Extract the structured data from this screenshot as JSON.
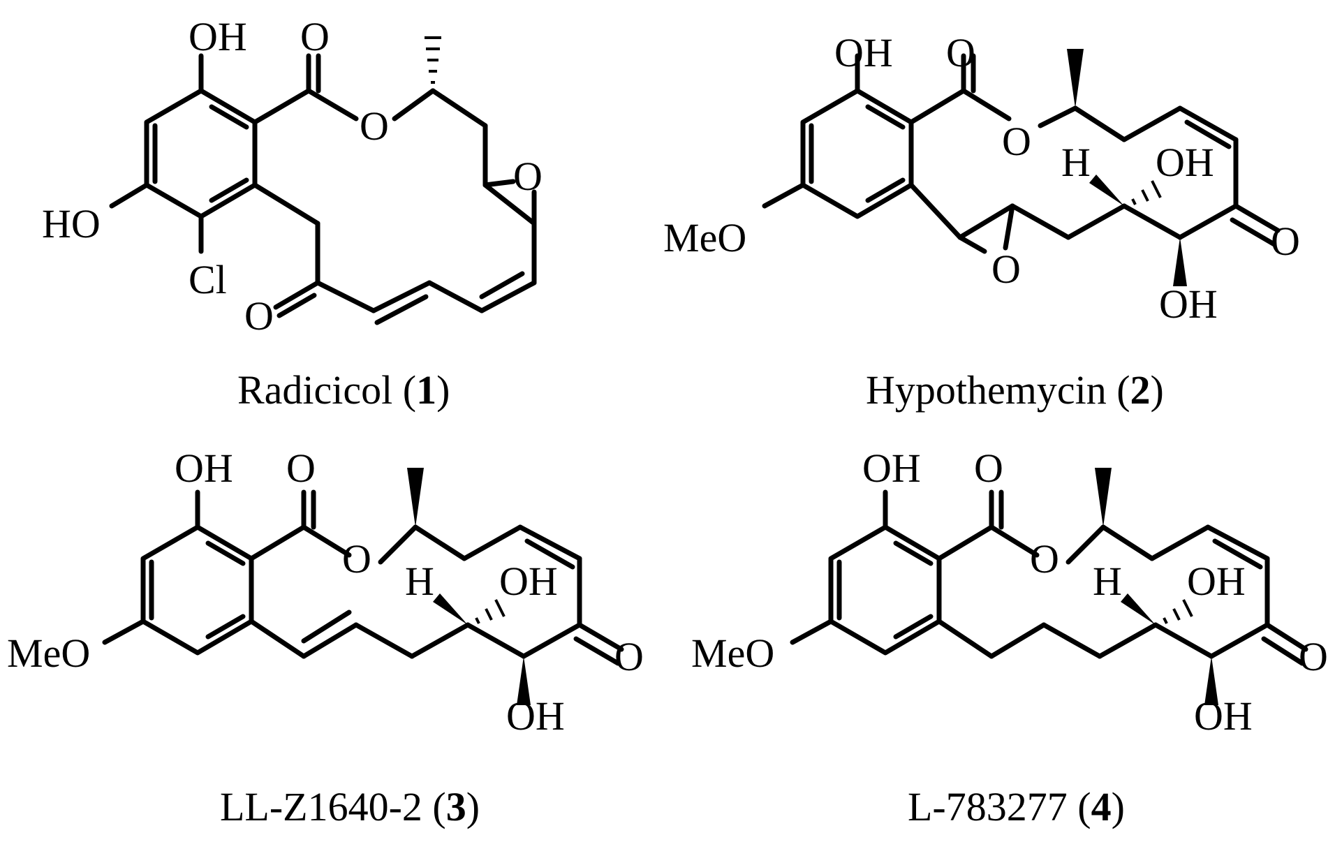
{
  "figure": {
    "compounds": [
      {
        "id": "radicicol",
        "name": "Radicicol",
        "number": "1",
        "labels": {
          "oh_top": "OH",
          "ho_left": "HO",
          "cl": "Cl",
          "o_carbonyl": "O",
          "o_ester": "O",
          "o_epoxide": "O",
          "o_ketone": "O"
        }
      },
      {
        "id": "hypothemycin",
        "name": "Hypothemycin",
        "number": "2",
        "labels": {
          "oh_top": "OH",
          "meo": "MeO",
          "o_carbonyl": "O",
          "o_ester": "O",
          "h": "H",
          "oh_right": "OH",
          "o_ketone": "O",
          "oh_bottom": "OH",
          "o_epoxide": "O"
        }
      },
      {
        "id": "ll-z1640-2",
        "name": "LL-Z1640-2",
        "number": "3",
        "labels": {
          "oh_top": "OH",
          "meo": "MeO",
          "o_carbonyl": "O",
          "o_ester": "O",
          "h": "H",
          "oh_right": "OH",
          "o_ketone": "O",
          "oh_bottom": "OH"
        }
      },
      {
        "id": "l-783277",
        "name": "L-783277",
        "number": "4",
        "labels": {
          "oh_top": "OH",
          "meo": "MeO",
          "o_carbonyl": "O",
          "o_ester": "O",
          "h": "H",
          "oh_right": "OH",
          "o_ketone": "O",
          "oh_bottom": "OH"
        }
      }
    ],
    "caption_parts": {
      "open": " (",
      "close": ")"
    }
  }
}
